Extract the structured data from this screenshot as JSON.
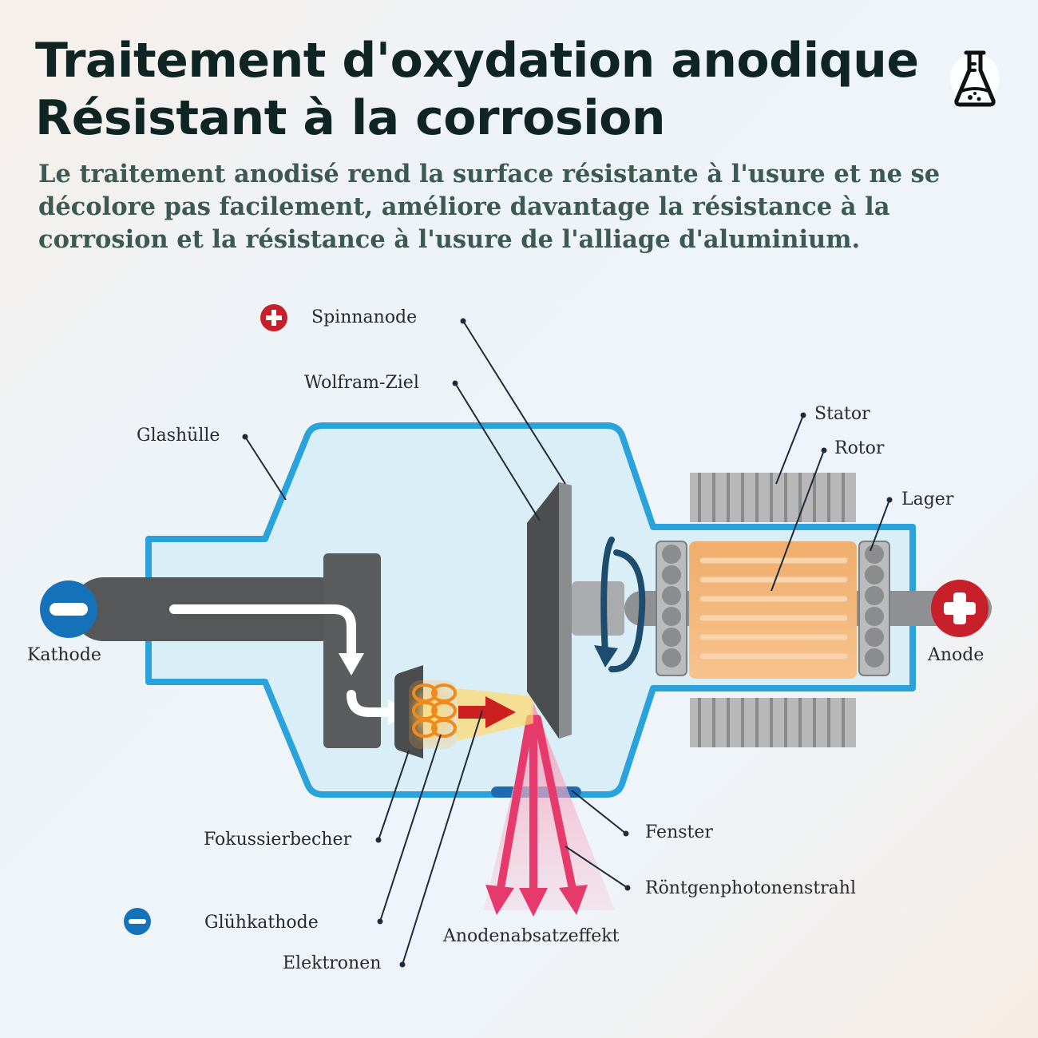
{
  "header": {
    "title_line1": "Traitement d'oxydation anodique",
    "title_line2": "Résistant à la corrosion",
    "subtitle": "Le traitement anodisé rend la surface résistante à l'usure et ne se décolore pas facilement, améliore davantage la résistance à la corrosion et la résistance à l'usure de l'alliage d'aluminium.",
    "badge_icon": "flask-icon"
  },
  "diagram": {
    "labels": {
      "spinnanode": "Spinnanode",
      "wolfram_ziel": "Wolfram-Ziel",
      "glashuelle": "Glashülle",
      "stator": "Stator",
      "rotor": "Rotor",
      "lager": "Lager",
      "kathode": "Kathode",
      "anode": "Anode",
      "fokussierbecher": "Fokussierbecher",
      "fenster": "Fenster",
      "roentgenphotonenstrahl": "Röntgenphotonenstrahl",
      "gluehkathode": "Glühkathode",
      "anodenabsatzeffekt": "Anodenabsatzeffekt",
      "elektronen": "Elektronen"
    },
    "icons": {
      "plus": "plus-icon",
      "minus": "minus-icon"
    },
    "colors": {
      "glass_outline": "#2aa2dc",
      "glass_fill": "#d4ecf6",
      "positive": "#c8202a",
      "negative": "#1672b8",
      "rotor": "#f4b87a",
      "beam": "#e63a6c",
      "electron_arrow": "#cc1f1f"
    }
  }
}
